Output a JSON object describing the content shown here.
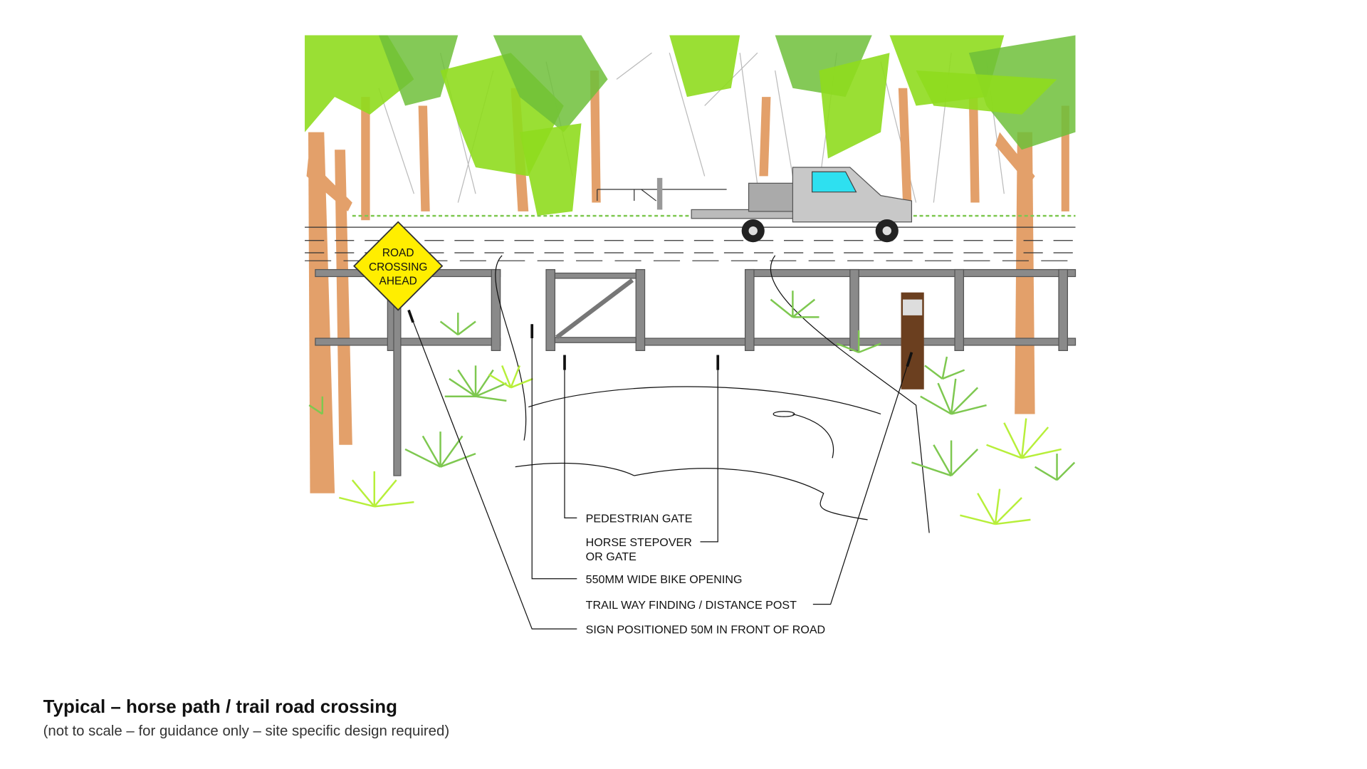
{
  "illustration": {
    "sign_lines": [
      "ROAD",
      "CROSSING",
      "AHEAD"
    ]
  },
  "callouts": {
    "pedestrian_gate": "PEDESTRIAN GATE",
    "horse_stepover_line1": "HORSE STEPOVER",
    "horse_stepover_line2": "OR GATE",
    "bike_opening": "550MM WIDE BIKE OPENING",
    "wayfinding_post": "TRAIL WAY FINDING / DISTANCE POST",
    "sign_position": "SIGN POSITIONED 50M IN FRONT OF ROAD"
  },
  "caption": {
    "title": "Typical – horse path / trail road crossing",
    "subtitle": "(not to scale – for guidance only – site specific design required)"
  },
  "colors": {
    "sign_yellow": "#ffee00",
    "foliage": "#8fdc1e",
    "trunk": "#e3a06a",
    "post": "#6b3f1f"
  }
}
